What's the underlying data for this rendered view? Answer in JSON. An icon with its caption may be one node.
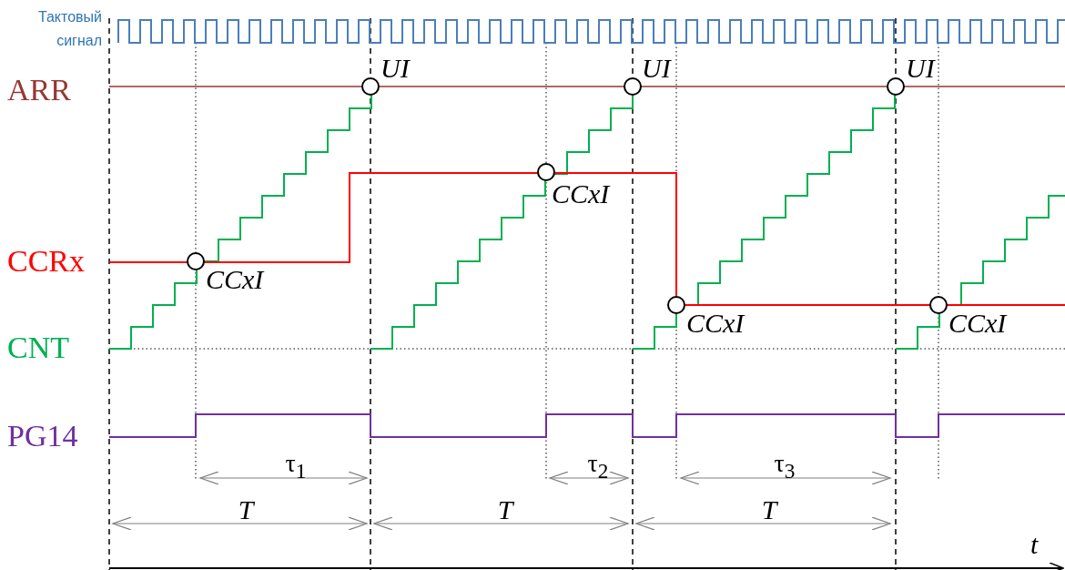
{
  "diagram": {
    "labels": [
      "Тактовый сигнал",
      "ARR",
      "UI",
      "UI",
      "UI",
      "CCRx",
      "CCxI",
      "CCxI",
      "CCxI",
      "CCxI",
      "CNT",
      "PG14",
      "τ$_{1}$",
      "τ$_{2}$",
      "τ$_{3}$",
      "T",
      "T",
      "T",
      "t"
    ]
  }
}
